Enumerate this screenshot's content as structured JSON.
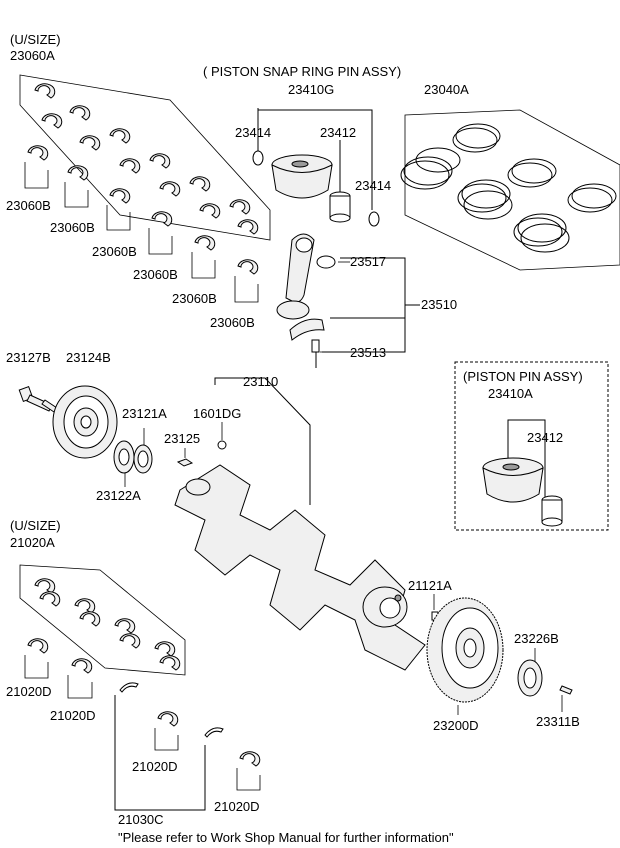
{
  "labels": {
    "usize_top": "(U/SIZE)",
    "p23060A": "23060A",
    "p23060B_1": "23060B",
    "p23060B_2": "23060B",
    "p23060B_3": "23060B",
    "p23060B_4": "23060B",
    "p23060B_5": "23060B",
    "p23060B_6": "23060B",
    "piston_snap_title": "( PISTON  SNAP RING  PIN ASSY)",
    "p23410G": "23410G",
    "p23040A": "23040A",
    "p23414_a": "23414",
    "p23412_a": "23412",
    "p23414_b": "23414",
    "p23517": "23517",
    "p23510": "23510",
    "p23513": "23513",
    "p23127B": "23127B",
    "p23124B": "23124B",
    "p23110": "23110",
    "p1601DG": "1601DG",
    "p23121A": "23121A",
    "p23125": "23125",
    "p23122A": "23122A",
    "piston_pin_title": "(PISTON  PIN ASSY)",
    "p23410A": "23410A",
    "p23412_b": "23412",
    "usize_bottom": "(U/SIZE)",
    "p21020A": "21020A",
    "p21121A": "21121A",
    "p23226B": "23226B",
    "p23311B": "23311B",
    "p23200D": "23200D",
    "p21020D_1": "21020D",
    "p21020D_2": "21020D",
    "p21020D_3": "21020D",
    "p21020D_4": "21020D",
    "p21030C": "21030C",
    "footer": "\"Please refer to Work Shop Manual for further information\""
  }
}
